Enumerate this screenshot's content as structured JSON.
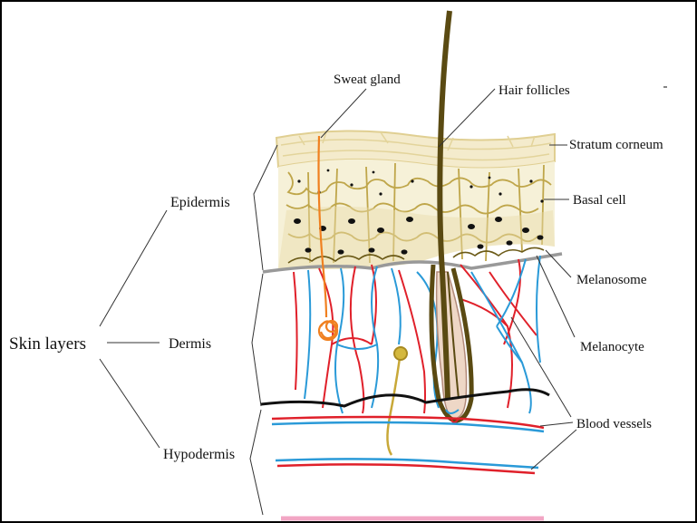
{
  "diagram": {
    "labels": {
      "sweat_gland": "Sweat gland",
      "hair_follicles": "Hair follicles",
      "stratum_corneum": "Stratum corneum",
      "basal_cell": "Basal cell",
      "melanosome": "Melanosome",
      "melanocyte": "Melanocyte",
      "blood_vessels": "Blood vessels",
      "epidermis": "Epidermis",
      "dermis": "Dermis",
      "hypodermis": "Hypodermis",
      "skin_layers": "Skin layers"
    },
    "colors": {
      "frame": "#000000",
      "stratum": "#e8d9a4",
      "basal": "#bfa64a",
      "basal_dark": "#6b5a17",
      "hair": "#5a4a12",
      "hair_fill": "#eed7c6",
      "vessel_red": "#e0202a",
      "vessel_blue": "#2a9ad8",
      "sweat_orange": "#f08020",
      "gland_yellow": "#c8a838",
      "membrane": "#999999",
      "dermis_line": "#111111",
      "base_pink": "#f2a6c4"
    }
  }
}
